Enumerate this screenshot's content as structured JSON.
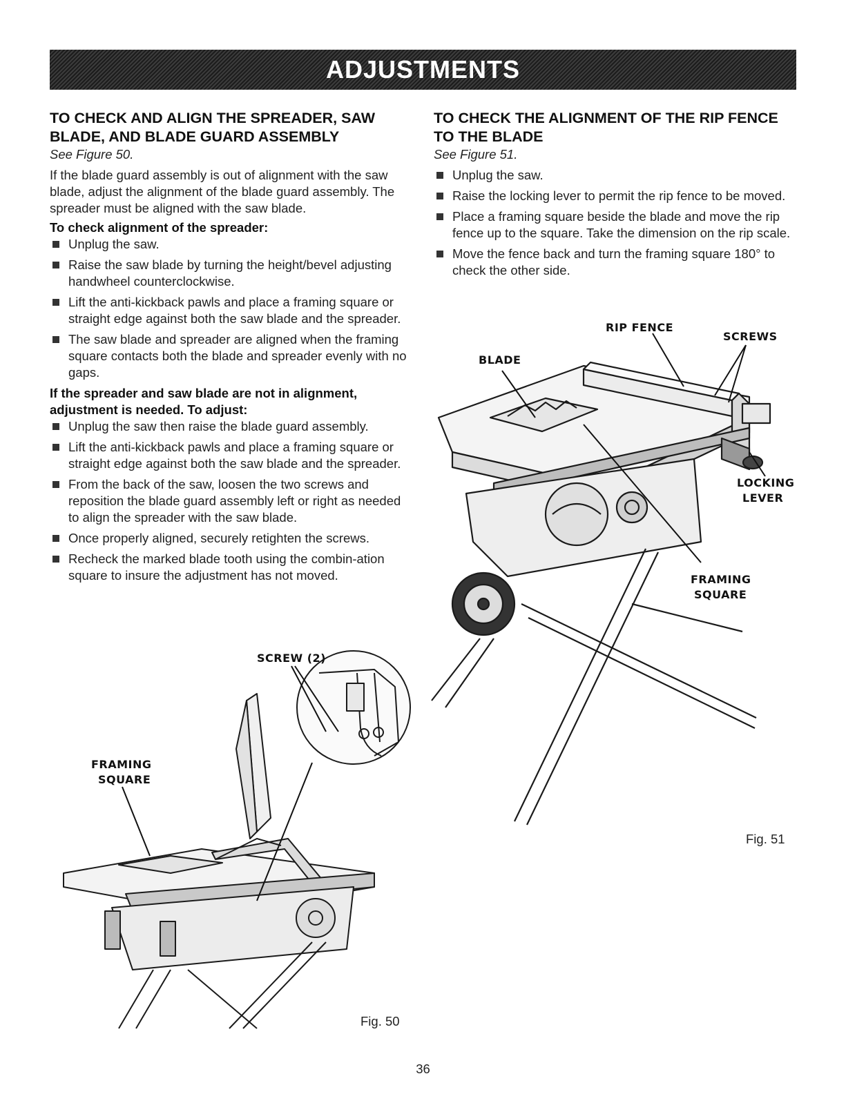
{
  "banner": {
    "title": "ADJUSTMENTS"
  },
  "left": {
    "heading_line1": "TO CHECK AND ALIGN THE SPREADER, SAW",
    "heading_line2": "BLADE, AND BLADE GUARD ASSEMBLY",
    "see": "See Figure 50.",
    "intro": "If the blade guard assembly is out of alignment with the saw blade, adjust the alignment of the blade guard assembly. The spreader must be aligned with the saw blade.",
    "sub1": "To check alignment of the spreader:",
    "bullets1": [
      "Unplug the saw.",
      "Raise the saw blade by turning the height/bevel adjusting handwheel counterclockwise.",
      "Lift the anti-kickback pawls and place a framing square or straight edge against both the saw blade and the spreader.",
      "The saw blade and spreader are aligned when the framing square contacts both the blade and spreader evenly with no gaps."
    ],
    "sub2": "If the spreader and saw blade are not in alignment, adjustment is needed. To adjust:",
    "bullets2": [
      "Unplug the saw then raise the blade guard assembly.",
      "Lift the anti-kickback pawls and place a framing square or straight edge against both the saw blade and the spreader.",
      "From the back of the saw, loosen the two screws and reposition the blade guard assembly left or right as needed to align the spreader with the saw blade.",
      "Once properly aligned, securely retighten the screws.",
      "Recheck the marked blade tooth using the combin-ation square to insure the adjustment has not moved."
    ]
  },
  "right": {
    "heading_line1": "TO CHECK THE ALIGNMENT OF THE RIP FENCE",
    "heading_line2": "TO THE BLADE",
    "see": "See Figure 51.",
    "bullets": [
      "Unplug the saw.",
      "Raise the locking lever to permit the rip fence to be moved.",
      "Place a framing square beside the blade and move the rip fence up to the square. Take the dimension on the rip scale.",
      "Move the fence back and turn the framing square 180° to check the other side."
    ]
  },
  "fig50": {
    "label_screw": "SCREW (2)",
    "label_framing_1": "FRAMING",
    "label_framing_2": "SQUARE",
    "caption": "Fig. 50"
  },
  "fig51": {
    "label_rip_fence": "RIP FENCE",
    "label_screws": "SCREWS",
    "label_blade": "BLADE",
    "label_locking_1": "LOCKING",
    "label_locking_2": "LEVER",
    "label_framing_1": "FRAMING",
    "label_framing_2": "SQUARE",
    "caption": "Fig. 51"
  },
  "page_number": "36"
}
